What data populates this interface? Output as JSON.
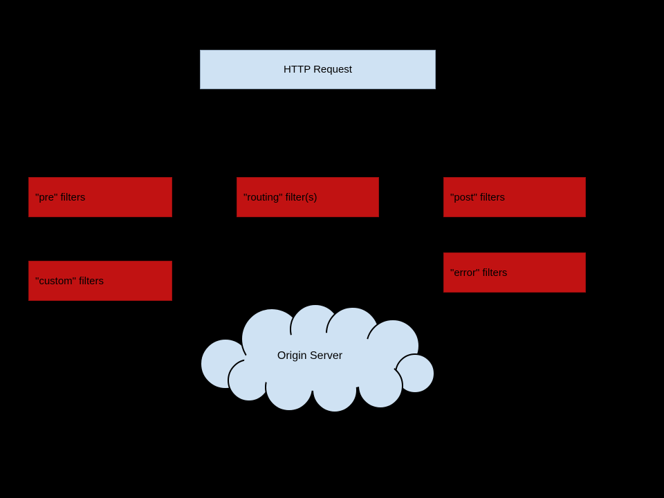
{
  "background": "#000000",
  "colors": {
    "background": "#000000",
    "red_fill": "#c11212",
    "red_border": "#9a0e0e",
    "blue_fill": "#cfe2f3",
    "blue_border": "#8fa3b8",
    "cloud_stroke": "#000000",
    "text": "#000000"
  },
  "nodes": {
    "http_request": {
      "label": "HTTP Request"
    },
    "pre_filters": {
      "label": "\"pre\" filters"
    },
    "routing_filters": {
      "label": "\"routing\" filter(s)"
    },
    "post_filters": {
      "label": "\"post\" filters"
    },
    "custom_filters": {
      "label": "\"custom\" filters"
    },
    "error_filters": {
      "label": "\"error\" filters"
    },
    "origin_server": {
      "label": "Origin Server"
    }
  }
}
